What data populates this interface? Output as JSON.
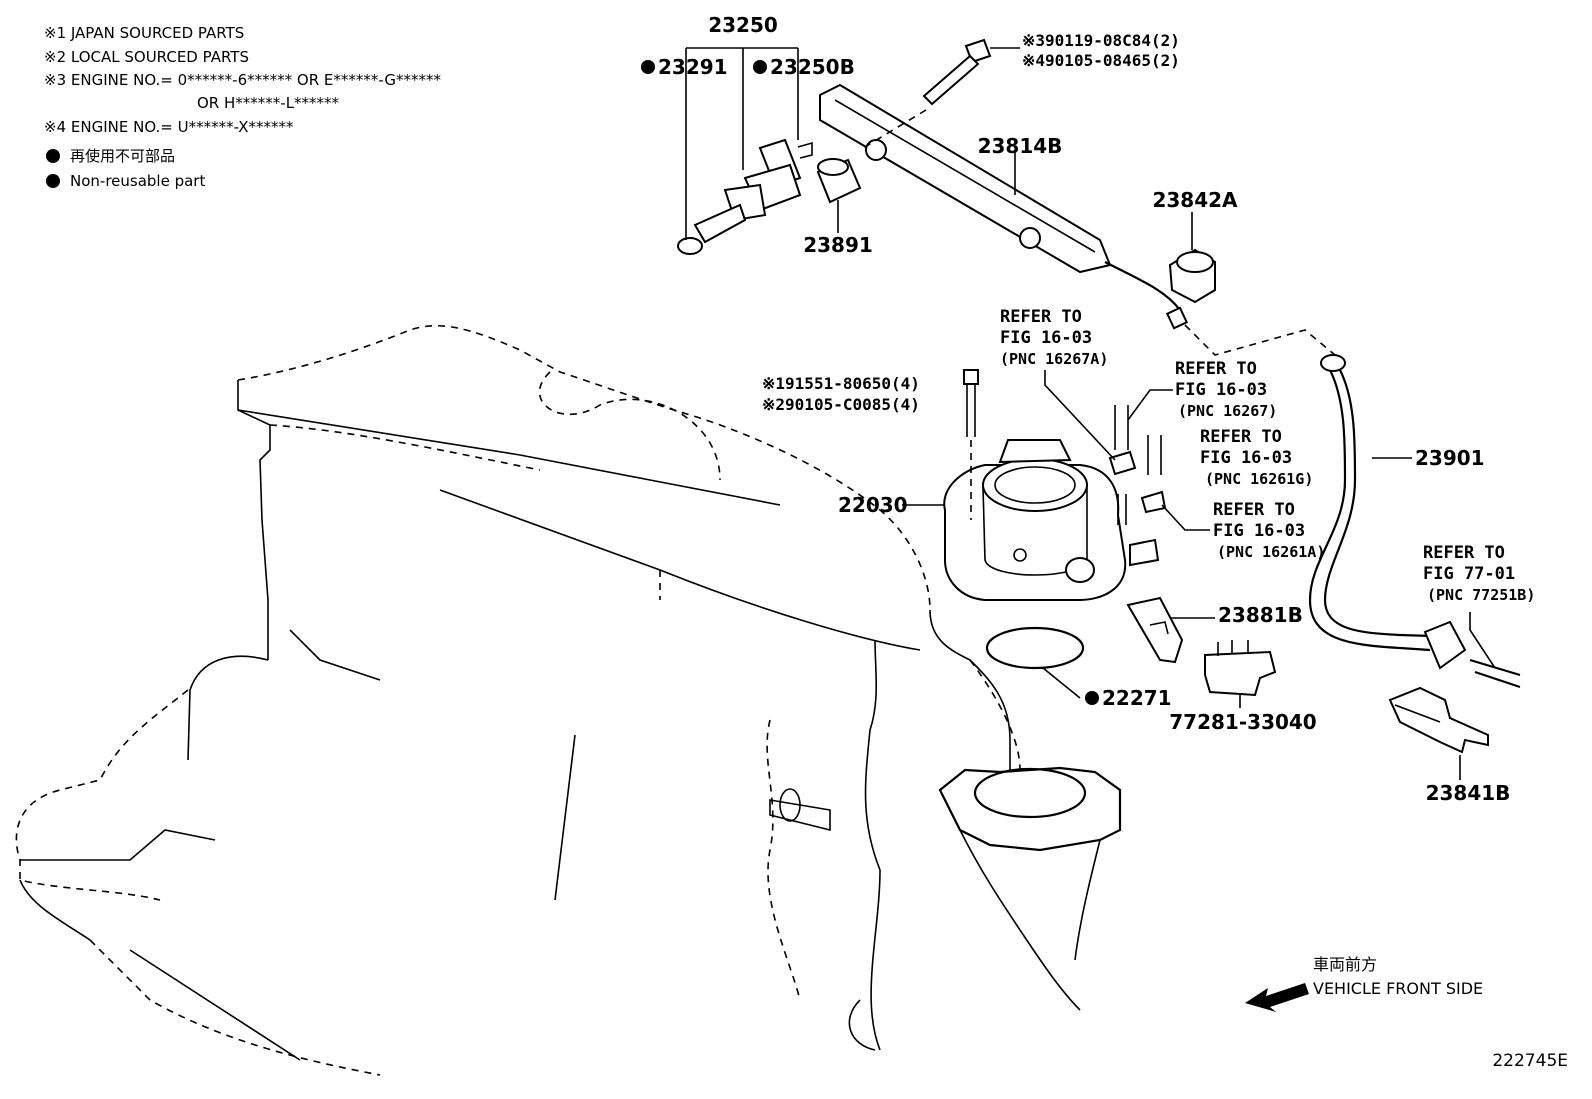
{
  "notes": {
    "note1": "※1 JAPAN SOURCED PARTS",
    "note2": "※2 LOCAL SOURCED PARTS",
    "note3": "※3 ENGINE NO.= 0******-6****** OR E******-G******",
    "note3b": "OR H******-L******",
    "note4": "※4 ENGINE NO.= U******-X******",
    "nonreusable_jp": "再使用不可部品",
    "nonreusable_en": "Non-reusable part"
  },
  "parts": {
    "p23250": "23250",
    "p23291": "23291",
    "p23250b": "23250B",
    "p23891": "23891",
    "p23814b": "23814B",
    "p23842a": "23842A",
    "p23901": "23901",
    "p22030": "22030",
    "p22271": "22271",
    "p23881b": "23881B",
    "p77281": "77281-33040",
    "p23841b": "23841B"
  },
  "bolts": {
    "b1": "※390119-08C84(2)",
    "b2": "※490105-08465(2)",
    "b3": "※191551-80650(4)",
    "b4": "※290105-C0085(4)"
  },
  "refs": {
    "r1": {
      "line1": "REFER TO",
      "line2": "FIG 16-03",
      "line3": "(PNC 16267A)"
    },
    "r2": {
      "line1": "REFER TO",
      "line2": "FIG 16-03",
      "line3": "(PNC 16267)"
    },
    "r3": {
      "line1": "REFER TO",
      "line2": "FIG 16-03",
      "line3": "(PNC 16261G)"
    },
    "r4": {
      "line1": "REFER TO",
      "line2": "FIG 16-03",
      "line3": "(PNC 16261A)"
    },
    "r5": {
      "line1": "REFER TO",
      "line2": "FIG 77-01",
      "line3": "(PNC 77251B)"
    }
  },
  "front": {
    "jp": "車両前方",
    "en": "VEHICLE FRONT SIDE"
  },
  "diagram_code": "222745E"
}
